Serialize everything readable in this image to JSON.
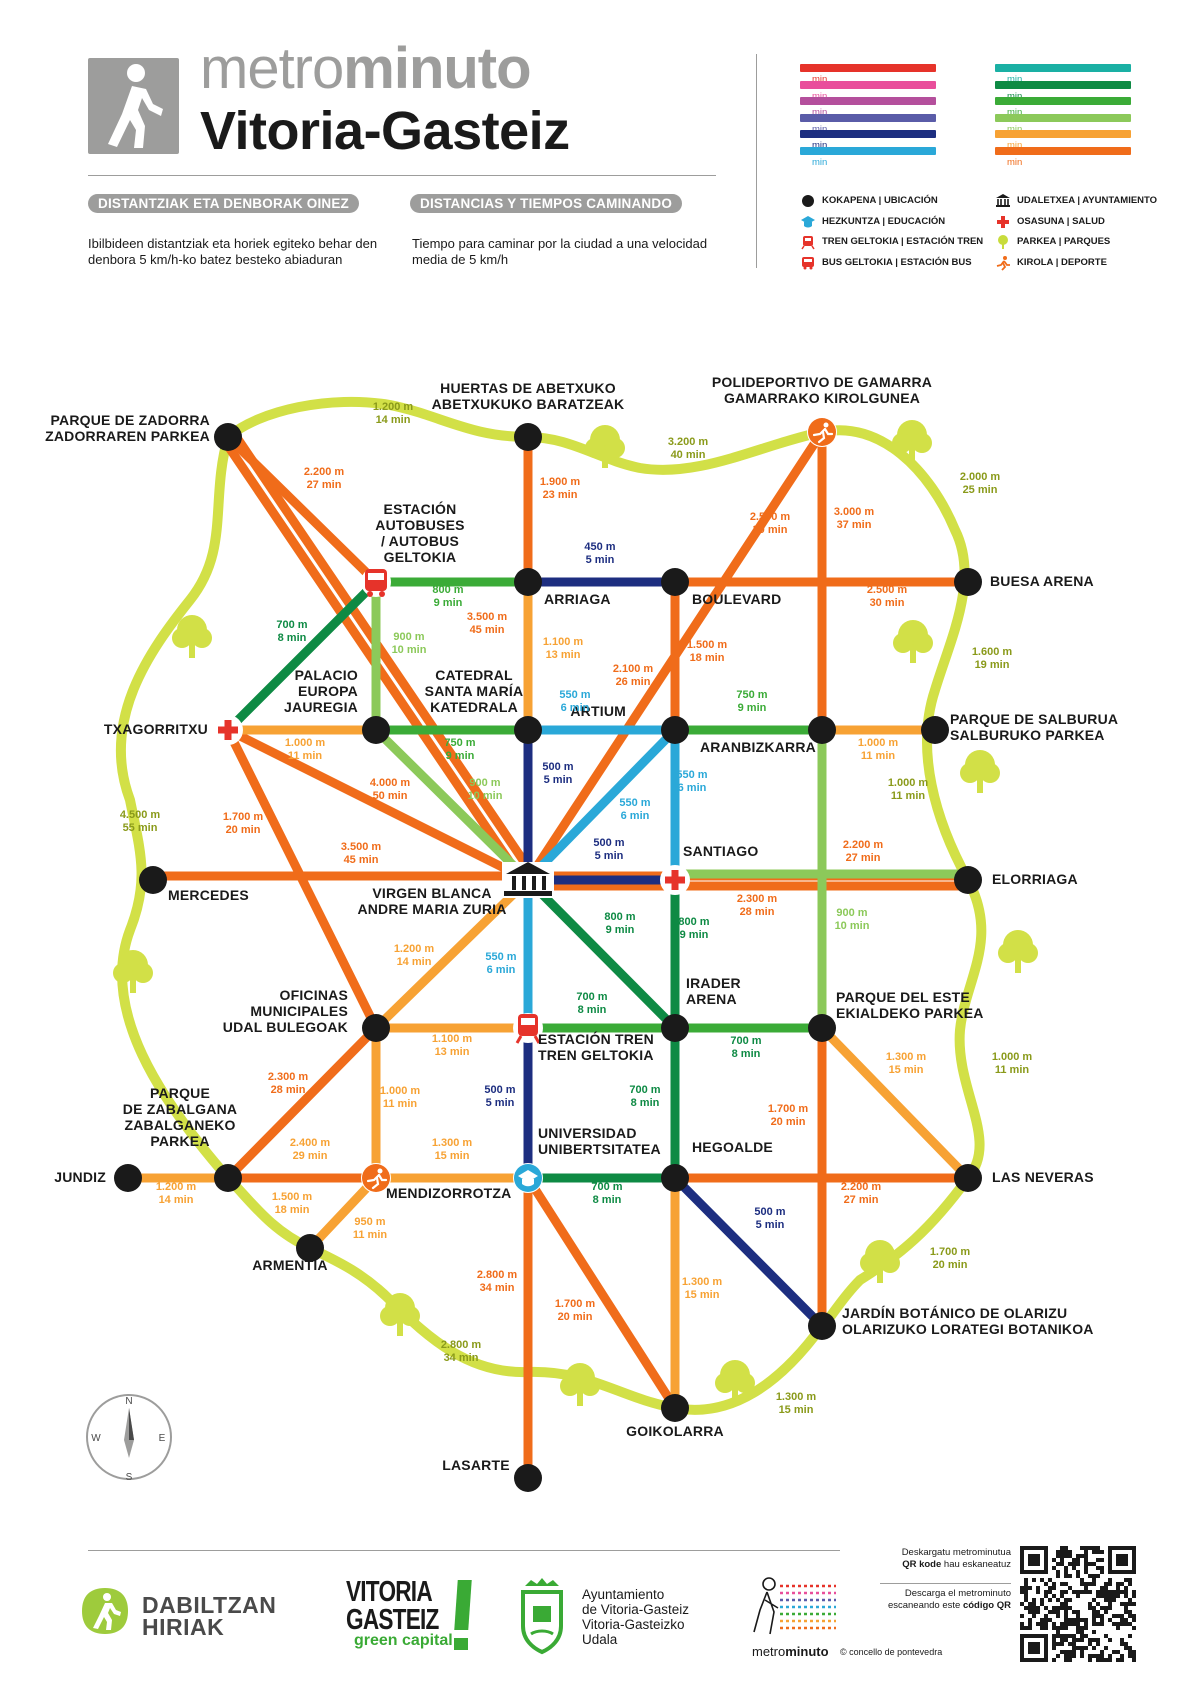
{
  "header": {
    "title_light": "metro",
    "title_bold": "minuto",
    "city": "Vitoria-Gasteiz",
    "pill_eu": "DISTANTZIAK ETA DENBORAK OINEZ",
    "pill_es": "DISTANCIAS Y TIEMPOS CAMINANDO",
    "intro_eu": "Ibilbideen distantziak eta horiek egiteko behar den denbora 5 km/h-ko batez besteko abiaduran",
    "intro_es": "Tiempo para caminar por la ciudad a una velocidad media de 5 km/h"
  },
  "legend": {
    "times": [
      {
        "label": "1 min",
        "color": "#e6332a"
      },
      {
        "label": "2 min",
        "color": "#e94e9b"
      },
      {
        "label": "3 min",
        "color": "#b44f9c"
      },
      {
        "label": "4 min",
        "color": "#5a5ca8"
      },
      {
        "label": "5 min",
        "color": "#1d2e80"
      },
      {
        "label": "6 min",
        "color": "#2aa8d8"
      },
      {
        "label": "7 min",
        "color": "#1ab0a4"
      },
      {
        "label": "8 min",
        "color": "#0e8a44"
      },
      {
        "label": "9 min",
        "color": "#3bab37"
      },
      {
        "label": "10 min",
        "color": "#8cc95a"
      },
      {
        "label": "+10 min",
        "color": "#f7a234"
      },
      {
        "label": "+15 min",
        "color": "#f06c1a"
      }
    ],
    "symbols": [
      {
        "icon": "location-icon",
        "label": "KOKAPENA | UBICACIÓN"
      },
      {
        "icon": "education-icon",
        "label": "HEZKUNTZA | EDUCACIÓN"
      },
      {
        "icon": "train-icon",
        "label": "TREN GELTOKIA | ESTACIÓN TREN"
      },
      {
        "icon": "bus-icon",
        "label": "BUS GELTOKIA | ESTACIÓN BUS"
      },
      {
        "icon": "town-hall-icon",
        "label": "UDALETXEA | AYUNTAMIENTO"
      },
      {
        "icon": "health-icon",
        "label": "OSASUNA | SALUD"
      },
      {
        "icon": "park-icon",
        "label": "PARKEA | PARQUES"
      },
      {
        "icon": "sport-icon",
        "label": "KIROLA | DEPORTE"
      }
    ]
  },
  "map": {
    "stations": [
      {
        "id": "zadorra",
        "lines": [
          "PARQUE DE ZADORRA",
          "ZADORRAREN PARKEA"
        ]
      },
      {
        "id": "abetxuko",
        "lines": [
          "HUERTAS DE ABETXUKO",
          "ABETXUKUKO BARATZEAK"
        ]
      },
      {
        "id": "gamarra",
        "lines": [
          "POLIDEPORTIVO DE GAMARRA",
          "GAMARRAKO KIROLGUNEA"
        ]
      },
      {
        "id": "autobuses",
        "lines": [
          "ESTACIÓN",
          "AUTOBUSES",
          "/ AUTOBUS",
          "GELTOKIA"
        ]
      },
      {
        "id": "arriaga",
        "lines": [
          "ARRIAGA"
        ]
      },
      {
        "id": "boulevard",
        "lines": [
          "BOULEVARD"
        ]
      },
      {
        "id": "buesa",
        "lines": [
          "BUESA ARENA"
        ]
      },
      {
        "id": "txagorritxu",
        "lines": [
          "TXAGORRITXU"
        ]
      },
      {
        "id": "palacio",
        "lines": [
          "PALACIO",
          "EUROPA",
          "JAUREGIA"
        ]
      },
      {
        "id": "catedral",
        "lines": [
          "CATEDRAL",
          "SANTA MARÍA",
          "KATEDRALA"
        ]
      },
      {
        "id": "artium",
        "lines": [
          "ARTIUM"
        ]
      },
      {
        "id": "aranbizkarra",
        "lines": [
          "ARANBIZKARRA"
        ]
      },
      {
        "id": "salburua",
        "lines": [
          "PARQUE DE SALBURUA",
          "SALBURUKO PARKEA"
        ]
      },
      {
        "id": "mercedes",
        "lines": [
          "MERCEDES"
        ]
      },
      {
        "id": "virgen",
        "lines": [
          "VIRGEN BLANCA",
          "ANDRE MARIA ZURIA"
        ]
      },
      {
        "id": "santiago",
        "lines": [
          "SANTIAGO"
        ]
      },
      {
        "id": "elorriaga",
        "lines": [
          "ELORRIAGA"
        ]
      },
      {
        "id": "oficinas",
        "lines": [
          "OFICINAS",
          "MUNICIPALES",
          "UDAL BULEGOAK"
        ]
      },
      {
        "id": "tren",
        "lines": [
          "ESTACIÓN TREN",
          "TREN GELTOKIA"
        ]
      },
      {
        "id": "irader",
        "lines": [
          "IRADER",
          "ARENA"
        ]
      },
      {
        "id": "este",
        "lines": [
          "PARQUE DEL ESTE",
          "EKIALDEKO PARKEA"
        ]
      },
      {
        "id": "zabalgana",
        "lines": [
          "PARQUE",
          "DE ZABALGANA",
          "ZABALGANEKO",
          "PARKEA"
        ]
      },
      {
        "id": "jundiz",
        "lines": [
          "JUNDIZ"
        ]
      },
      {
        "id": "mendizorrotza",
        "lines": [
          "MENDIZORROTZA"
        ]
      },
      {
        "id": "universidad",
        "lines": [
          "UNIVERSIDAD",
          "UNIBERTSITATEA"
        ]
      },
      {
        "id": "hegoalde",
        "lines": [
          "HEGOALDE"
        ]
      },
      {
        "id": "neveras",
        "lines": [
          "LAS NEVERAS"
        ]
      },
      {
        "id": "armentia",
        "lines": [
          "ARMENTIA"
        ]
      },
      {
        "id": "botanico",
        "lines": [
          "JARDÍN BOTÁNICO DE OLARIZU",
          "OLARIZUKO LORATEGI BOTANIKOA"
        ]
      },
      {
        "id": "goikolarra",
        "lines": [
          "GOIKOLARRA"
        ]
      },
      {
        "id": "lasarte",
        "lines": [
          "LASARTE"
        ]
      }
    ],
    "distances": [
      {
        "m": "1.200 m",
        "t": "14 min"
      },
      {
        "m": "2.200 m",
        "t": "27 min"
      },
      {
        "m": "1.900 m",
        "t": "23 min"
      },
      {
        "m": "3.200 m",
        "t": "40 min"
      },
      {
        "m": "2.500 m",
        "t": "30 min"
      },
      {
        "m": "3.000 m",
        "t": "37 min"
      },
      {
        "m": "2.000 m",
        "t": "25 min"
      },
      {
        "m": "450 m",
        "t": "5 min"
      },
      {
        "m": "800 m",
        "t": "9 min"
      },
      {
        "m": "3.500 m",
        "t": "45 min"
      },
      {
        "m": "2.500 m",
        "t": "30 min"
      },
      {
        "m": "700 m",
        "t": "8 min"
      },
      {
        "m": "900 m",
        "t": "10 min"
      },
      {
        "m": "1.100 m",
        "t": "13 min"
      },
      {
        "m": "1.500 m",
        "t": "18 min"
      },
      {
        "m": "1.600 m",
        "t": "19 min"
      },
      {
        "m": "2.100 m",
        "t": "26 min"
      },
      {
        "m": "550 m",
        "t": "6 min"
      },
      {
        "m": "750 m",
        "t": "9 min"
      },
      {
        "m": "1.000 m",
        "t": "11 min"
      },
      {
        "m": "1.000 m",
        "t": "11 min"
      },
      {
        "m": "750 m",
        "t": "9 min"
      },
      {
        "m": "500 m",
        "t": "5 min"
      },
      {
        "m": "550 m",
        "t": "6 min"
      },
      {
        "m": "4.000 m",
        "t": "50 min"
      },
      {
        "m": "900 m",
        "t": "10 min"
      },
      {
        "m": "550 m",
        "t": "6 min"
      },
      {
        "m": "1.000 m",
        "t": "11 min"
      },
      {
        "m": "4.500 m",
        "t": "55 min"
      },
      {
        "m": "1.700 m",
        "t": "20 min"
      },
      {
        "m": "3.500 m",
        "t": "45 min"
      },
      {
        "m": "500 m",
        "t": "5 min"
      },
      {
        "m": "2.200 m",
        "t": "27 min"
      },
      {
        "m": "2.300 m",
        "t": "28 min"
      },
      {
        "m": "900 m",
        "t": "10 min"
      },
      {
        "m": "800 m",
        "t": "9 min"
      },
      {
        "m": "800 m",
        "t": "9 min"
      },
      {
        "m": "1.200 m",
        "t": "14 min"
      },
      {
        "m": "550 m",
        "t": "6 min"
      },
      {
        "m": "700 m",
        "t": "8 min"
      },
      {
        "m": "1.100 m",
        "t": "13 min"
      },
      {
        "m": "700 m",
        "t": "8 min"
      },
      {
        "m": "1.300 m",
        "t": "15 min"
      },
      {
        "m": "1.000 m",
        "t": "11 min"
      },
      {
        "m": "2.300 m",
        "t": "28 min"
      },
      {
        "m": "1.000 m",
        "t": "11 min"
      },
      {
        "m": "500 m",
        "t": "5 min"
      },
      {
        "m": "700 m",
        "t": "8 min"
      },
      {
        "m": "1.700 m",
        "t": "20 min"
      },
      {
        "m": "2.400 m",
        "t": "29 min"
      },
      {
        "m": "1.300 m",
        "t": "15 min"
      },
      {
        "m": "1.200 m",
        "t": "14 min"
      },
      {
        "m": "1.500 m",
        "t": "18 min"
      },
      {
        "m": "950 m",
        "t": "11 min"
      },
      {
        "m": "700 m",
        "t": "8 min"
      },
      {
        "m": "500 m",
        "t": "5 min"
      },
      {
        "m": "2.200 m",
        "t": "27 min"
      },
      {
        "m": "2.800 m",
        "t": "34 min"
      },
      {
        "m": "1.700 m",
        "t": "20 min"
      },
      {
        "m": "1.300 m",
        "t": "15 min"
      },
      {
        "m": "1.700 m",
        "t": "20 min"
      },
      {
        "m": "2.800 m",
        "t": "34 min"
      },
      {
        "m": "1.300 m",
        "t": "15 min"
      }
    ],
    "compass": {
      "n": "N",
      "s": "S",
      "e": "E",
      "w": "W"
    }
  },
  "footer": {
    "dabiltzan": [
      "DABILTZAN",
      "HIRIAK"
    ],
    "vitoria_gasteiz": [
      "VITORIA",
      "GASTEIZ"
    ],
    "green_capital": "green capital",
    "ayuntamiento": [
      "Ayuntamiento",
      "de Vitoria-Gasteiz",
      "Vitoria-Gasteizko",
      "Udala"
    ],
    "metrominuto_light": "metro",
    "metrominuto_bold": "minuto",
    "credit": "© concello de pontevedra",
    "qr_eu_1": "Deskargatu metrominutua",
    "qr_eu_2_bold": "QR kode",
    "qr_eu_2_rest": " hau eskaneatuz",
    "qr_es_1": "Descarga el metrominuto",
    "qr_es_2_rest": "escaneando este ",
    "qr_es_2_bold": "código QR"
  }
}
